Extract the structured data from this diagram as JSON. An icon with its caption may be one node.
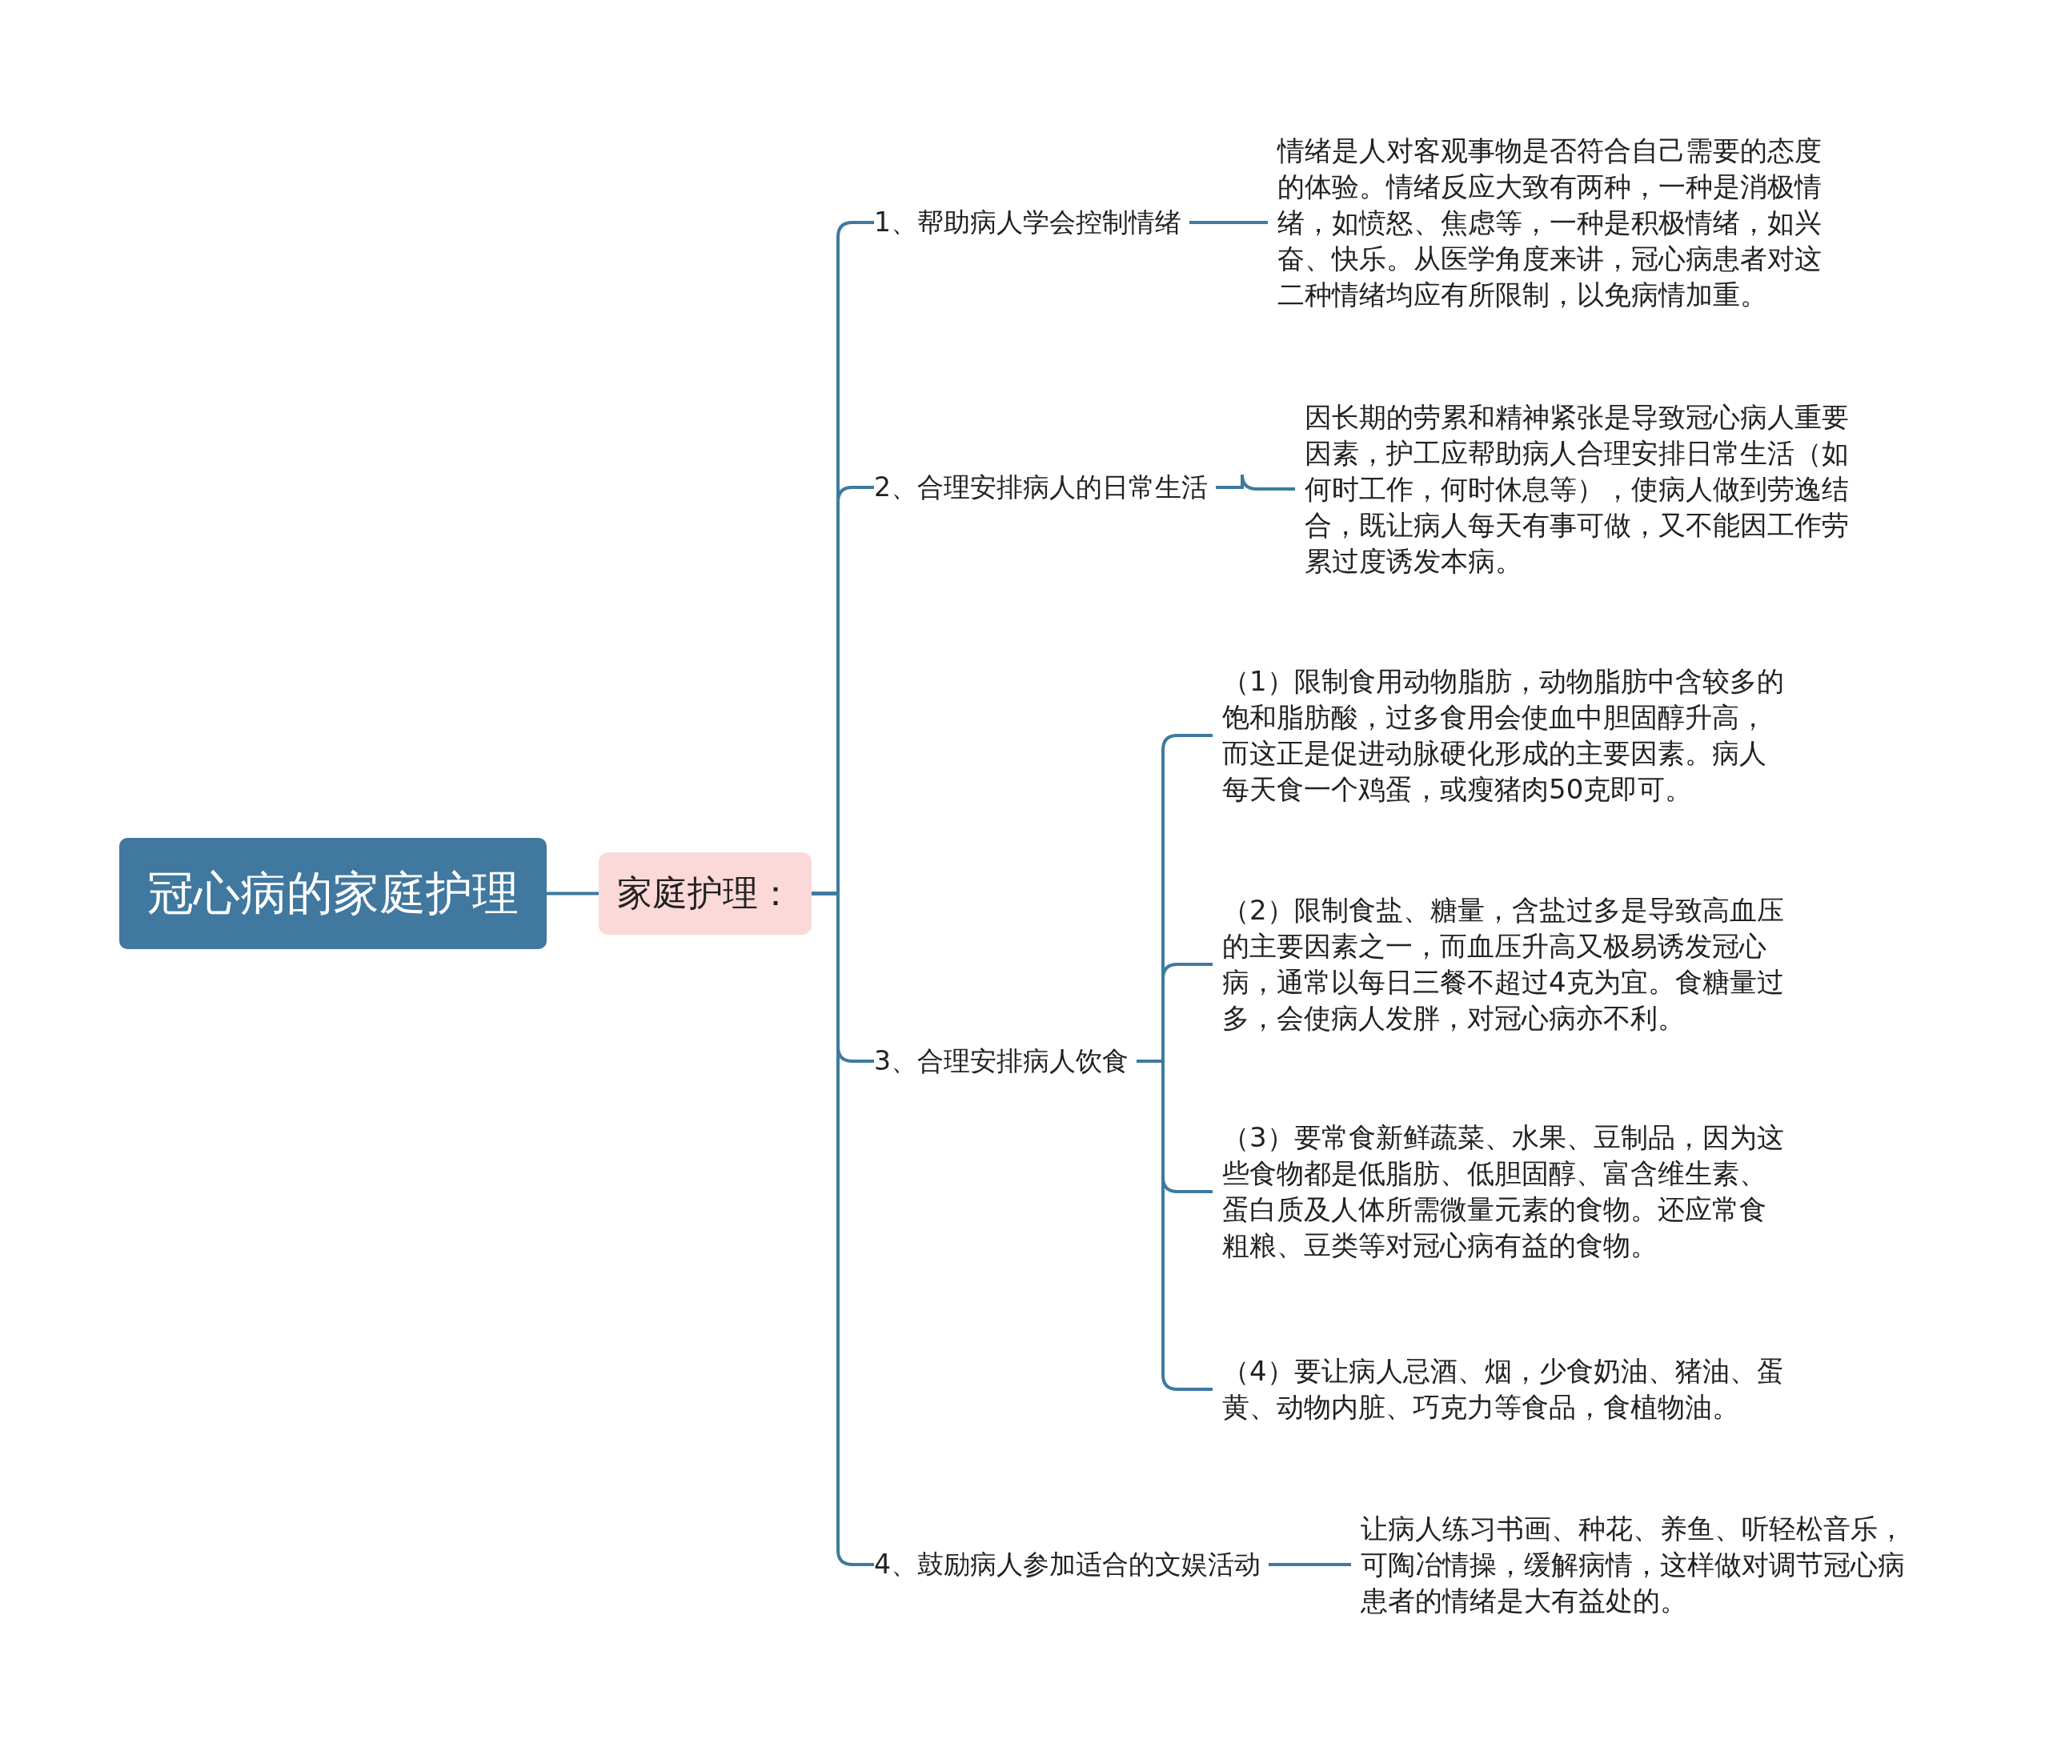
{
  "diagram": {
    "nodes": [
      {
        "text": [
          "冠心病的家庭护理"
        ]
      },
      {
        "text": [
          "家庭护理："
        ]
      },
      {
        "text": [
          "1、帮助病人学会控制情绪"
        ]
      },
      {
        "text": [
          "情绪是人对客观事物是否符合自己需要的态度的体验。情绪反应大致有两种，一种是消极情绪，如愤怒、焦虑等，一种是积极情绪，如兴奋、快乐。从医学角度来讲，冠心病患者对这二种情绪均应有所限制，以免病情加重。"
        ]
      },
      {
        "text": [
          "2、合理安排病人的日常生活"
        ]
      },
      {
        "text": [
          "因长期的劳累和精神紧张是导致冠心病人重要因素，护工应帮助病人合理安排日常生活（如何时工作，何时休息等），使病人做到劳逸结合，既让病人每天有事可做，又不能因工作劳累过度诱发本病。"
        ]
      },
      {
        "text": [
          "3、合理安排病人饮食"
        ]
      },
      {
        "text": [
          "（1）限制食用动物脂肪，动物脂肪中含较多的饱和脂肪酸，过多食用会使血中胆固醇升高，而这正是促进动脉硬化形成的主要因素。病人每天食一个鸡蛋，或瘦猪肉50克即可。"
        ]
      },
      {
        "text": [
          "（2）限制食盐、糖量，含盐过多是导致高血压的主要因素之一，而血压升高又极易诱发冠心病，通常以每日三餐不超过4克为宜。食糖量过多，会使病人发胖，对冠心病亦不利。"
        ]
      },
      {
        "text": [
          "（3）要常食新鲜蔬菜、水果、豆制品，因为这些食物都是低脂肪、低胆固醇、富含维生素、蛋白质及人体所需微量元素的食物。还应常食粗粮、豆类等对冠心病有益的食物。"
        ]
      },
      {
        "text": [
          "（4）要让病人忌酒、烟，少食奶油、猪油、蛋黄、动物内脏、巧克力等食品，食植物油。"
        ]
      },
      {
        "text": [
          "4、鼓励病人参加适合的文娱活动"
        ]
      },
      {
        "text": [
          "让病人练习书画、种花、养鱼、听轻松音乐，可陶冶情操，缓解病情，这样做对调节冠心病患者的情绪是大有益处的。"
        ]
      }
    ],
    "edges": [
      {
        "from": 0,
        "to": 1,
        "arrow": "none"
      },
      {
        "from": 1,
        "to": 2,
        "arrow": "none"
      },
      {
        "from": 1,
        "to": 4,
        "arrow": "none"
      },
      {
        "from": 1,
        "to": 6,
        "arrow": "none"
      },
      {
        "from": 1,
        "to": 11,
        "arrow": "none"
      },
      {
        "from": 2,
        "to": 3,
        "arrow": "none"
      },
      {
        "from": 4,
        "to": 5,
        "arrow": "none"
      },
      {
        "from": 6,
        "to": 7,
        "arrow": "none"
      },
      {
        "from": 6,
        "to": 8,
        "arrow": "none"
      },
      {
        "from": 6,
        "to": 9,
        "arrow": "none"
      },
      {
        "from": 6,
        "to": 10,
        "arrow": "none"
      },
      {
        "from": 11,
        "to": 12,
        "arrow": "none"
      }
    ]
  }
}
